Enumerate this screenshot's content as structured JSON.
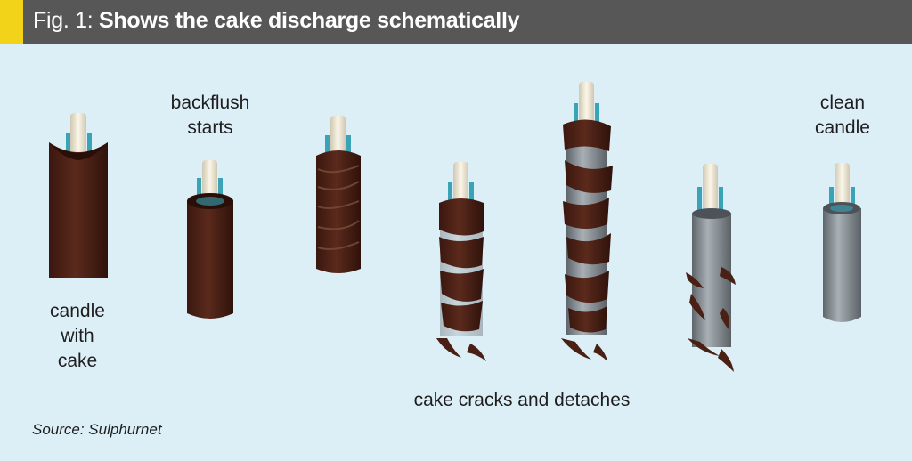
{
  "title": {
    "fig": "Fig. 1:",
    "caption": "Shows the cake discharge schematically"
  },
  "labels": {
    "candle_with_cake": [
      "candle",
      "with",
      "cake"
    ],
    "backflush_starts": [
      "backflush",
      "starts"
    ],
    "cake_cracks": "cake cracks and detaches",
    "clean_candle": [
      "clean",
      "candle"
    ]
  },
  "source": "Source: Sulphurnet",
  "colors": {
    "background": "#dceef6",
    "header": "#575757",
    "accent": "#f3d21a",
    "cake": "#4a2015",
    "steel": "#8c9399",
    "rod": "#f1ead8",
    "wire": "#3aa3b5"
  }
}
